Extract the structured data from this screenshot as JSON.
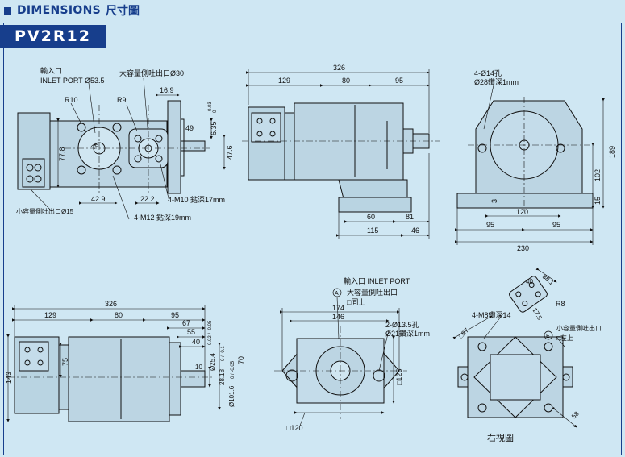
{
  "header": {
    "title": "DIMENSIONS",
    "title_cjk": "尺寸圖"
  },
  "model": "PV2R12",
  "front_view": {
    "inlet_cjk": "輸入口",
    "inlet_port": "INLET PORT Ø53.5",
    "large_outlet": "大容量側吐出口Ø30",
    "small_outlet": "小容量側吐出口Ø15",
    "r10": "R10",
    "r9": "R9",
    "d169": "16.9",
    "d49": "49",
    "d635": "6.35",
    "d635_tol_top": "-0.03",
    "d635_tol_bot": "0",
    "d476": "47.6",
    "d778": "77.8",
    "d78": "78",
    "d429": "42.9",
    "d222": "22.2",
    "m10": "4-M10 鉆深17mm",
    "m12": "4-M12 鉆深19mm"
  },
  "side_view_top": {
    "d326": "326",
    "d129": "129",
    "d80": "80",
    "d95": "95",
    "d60": "60",
    "d81": "81",
    "d115": "115",
    "d46": "46"
  },
  "foot_view": {
    "holes": "4-Ø14孔",
    "cbore": "Ø28鑽深1mm",
    "d189": "189",
    "d102": "102",
    "d15": "15",
    "d3": "3",
    "d120": "120",
    "d95a": "95",
    "d95b": "95",
    "d230": "230"
  },
  "side_view_bottom": {
    "d326": "326",
    "d129": "129",
    "d80": "80",
    "d95": "95",
    "d67": "67",
    "d55": "55",
    "d40": "40",
    "d143": "143",
    "d75": "75",
    "d254": "Ø25.4",
    "d254_tol": "-0.02 / -0.05",
    "d2818": "28.18",
    "d2818_tol": "0 / -0.1",
    "d1016": "Ø101.6",
    "d1016_tol": "0 / -0.05",
    "d70": "70",
    "d10": "10"
  },
  "flange_view": {
    "inlet_label": "輸入口 INLET PORT",
    "mark_a": "A",
    "large_outlet": "大容量側吐出口",
    "same_top": "□同上",
    "d174": "174",
    "d146": "146",
    "holes": "2-Ø13.5孔",
    "cbore": "Ø21鑽深1mm",
    "d125": "□125",
    "d120": "□120"
  },
  "right_view": {
    "d381": "38.1",
    "d40": "40",
    "d175": "17.5",
    "r8": "R8",
    "m8": "4-M8鑽深14",
    "mark_e": "E",
    "small_outlet": "小容量側吐出口",
    "same_top": "□左上",
    "d97": "□97",
    "d58": "58",
    "caption": "右視圖"
  }
}
